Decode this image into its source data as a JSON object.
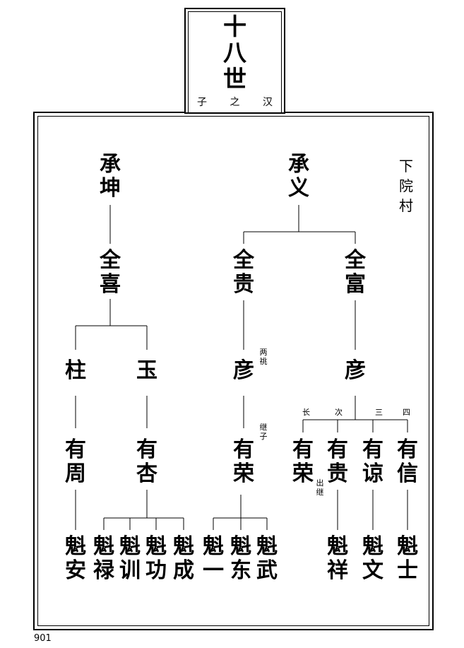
{
  "header": {
    "title": "十八世",
    "subtitle": [
      "子",
      "之",
      "汉"
    ]
  },
  "village": "下院村",
  "tree": {
    "chengkun": "承坤",
    "quanxi": "全喜",
    "zhu": "柱",
    "yu": "玉",
    "youzhou": "有周",
    "youxing": "有杏",
    "kuian": "魁安",
    "kuilu": "魁禄",
    "kuixun": "魁训",
    "kuigong": "魁功",
    "kuicheng": "魁成",
    "chengyi": "承义",
    "quangui": "全贵",
    "quanfu": "全富",
    "yan1": "彦",
    "yan2": "彦",
    "yourong1": "有荣",
    "kuiyi": "魁一",
    "kuidong": "魁东",
    "kuiwu": "魁武",
    "yourong2": "有荣",
    "yougui": "有贵",
    "youliang": "有谅",
    "youxin": "有信",
    "kuixiang": "魁祥",
    "kuiwen": "魁文",
    "kuishi": "魁士"
  },
  "notes": {
    "liangtiao": "两祧",
    "jizi": "继子",
    "chuji": "出继"
  },
  "order": {
    "zhang": "长",
    "ci": "次",
    "san": "三",
    "si": "四"
  },
  "page_number": "901"
}
